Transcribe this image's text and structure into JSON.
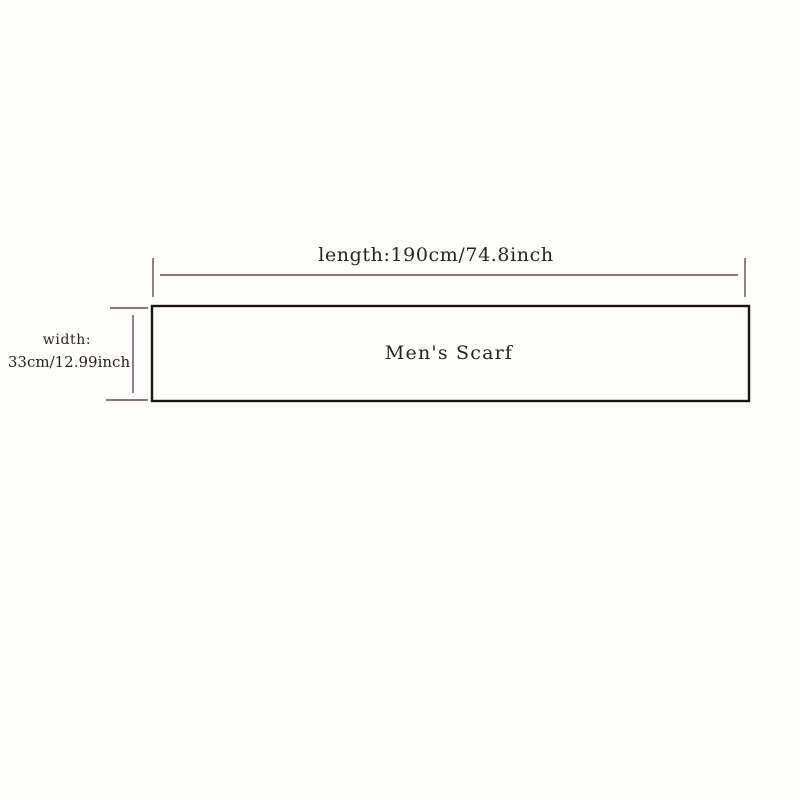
{
  "diagram": {
    "length_label": "length:190cm/74.8inch",
    "width_label_line1": "width:",
    "width_label_line2": "33cm/12.99inch",
    "item_label": "Men's Scarf",
    "colors": {
      "background": "#fdfdfb",
      "dimension_lines": "#6b4a45",
      "outline": "#1a1414",
      "text": "#2a2222"
    }
  }
}
